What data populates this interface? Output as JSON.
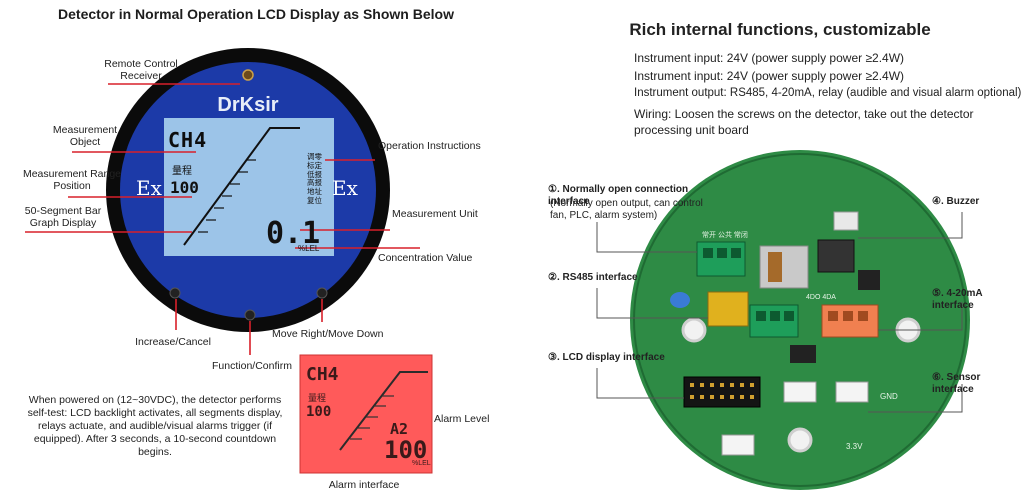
{
  "left_title": "Detector in Normal Operation LCD Display as Shown Below",
  "right_title": "Rich internal functions, customizable",
  "device": {
    "brand": "DrKsir",
    "ex_left": "Ex",
    "ex_right": "Ex",
    "lcd_object": "CH4",
    "lcd_range_label": "量程",
    "lcd_range": "100",
    "lcd_value": "0.1",
    "lcd_unit": "%LEL",
    "lcd_ops": [
      "调零",
      "标定",
      "低报",
      "高报",
      "地址",
      "复位"
    ]
  },
  "labels": {
    "remote": "Remote Control Receiver",
    "measurement_object": "Measurement Object",
    "measurement_range": "Measurement Range Position",
    "bar_graph": "50-Segment Bar Graph Display",
    "operation_instructions": "Operation Instructions",
    "measurement_unit": "Measurement Unit",
    "concentration_value": "Concentration Value",
    "increase_cancel": "Increase/Cancel",
    "move_right": "Move Right/Move Down",
    "function_confirm": "Function/Confirm",
    "alarm_level": "Alarm Level",
    "alarm_interface": "Alarm interface"
  },
  "alarm_lcd": {
    "object": "CH4",
    "range_label": "量程",
    "range": "100",
    "level": "A2",
    "value": "100",
    "unit": "%LEL"
  },
  "startup_note": "When powered on (12~30VDC), the detector performs self-test: LCD backlight activates, all segments display, relays actuate, and audible/visual alarms trigger (if equipped). After 3 seconds, a 10-second countdown begins.",
  "specs": [
    "Instrument input: 24V (power supply power ≥2.4W)",
    "Instrument input: 24V (power supply power ≥2.4W)",
    "Instrument output: RS485, 4-20mA, relay (audible and visual alarm optional)",
    "Wiring: Loosen the screws on the detector, take out the detector processing unit board"
  ],
  "pcb": {
    "no_interface": "①. Normally open connection interface",
    "no_interface_desc": "(Normally open output, can control fan, PLC, alarm system)",
    "rs485": "②. RS485 interface",
    "lcd": "③. LCD display interface",
    "buzzer": "④. Buzzer",
    "ma": "⑤. 4-20mA interface",
    "sensor": "⑥. Sensor interface",
    "silk_top": "常开 公共 常闭",
    "silk_mid": "4DO 4DA",
    "silk_gnd": "GND",
    "silk_33": "3.3V"
  },
  "colors": {
    "lcd_blue": "#9cc4e8",
    "dial_blue": "#1c3aa8",
    "alarm_red": "#ff5a5a",
    "pcb_green": "#2e8b45",
    "leader_red": "#d8202a"
  }
}
